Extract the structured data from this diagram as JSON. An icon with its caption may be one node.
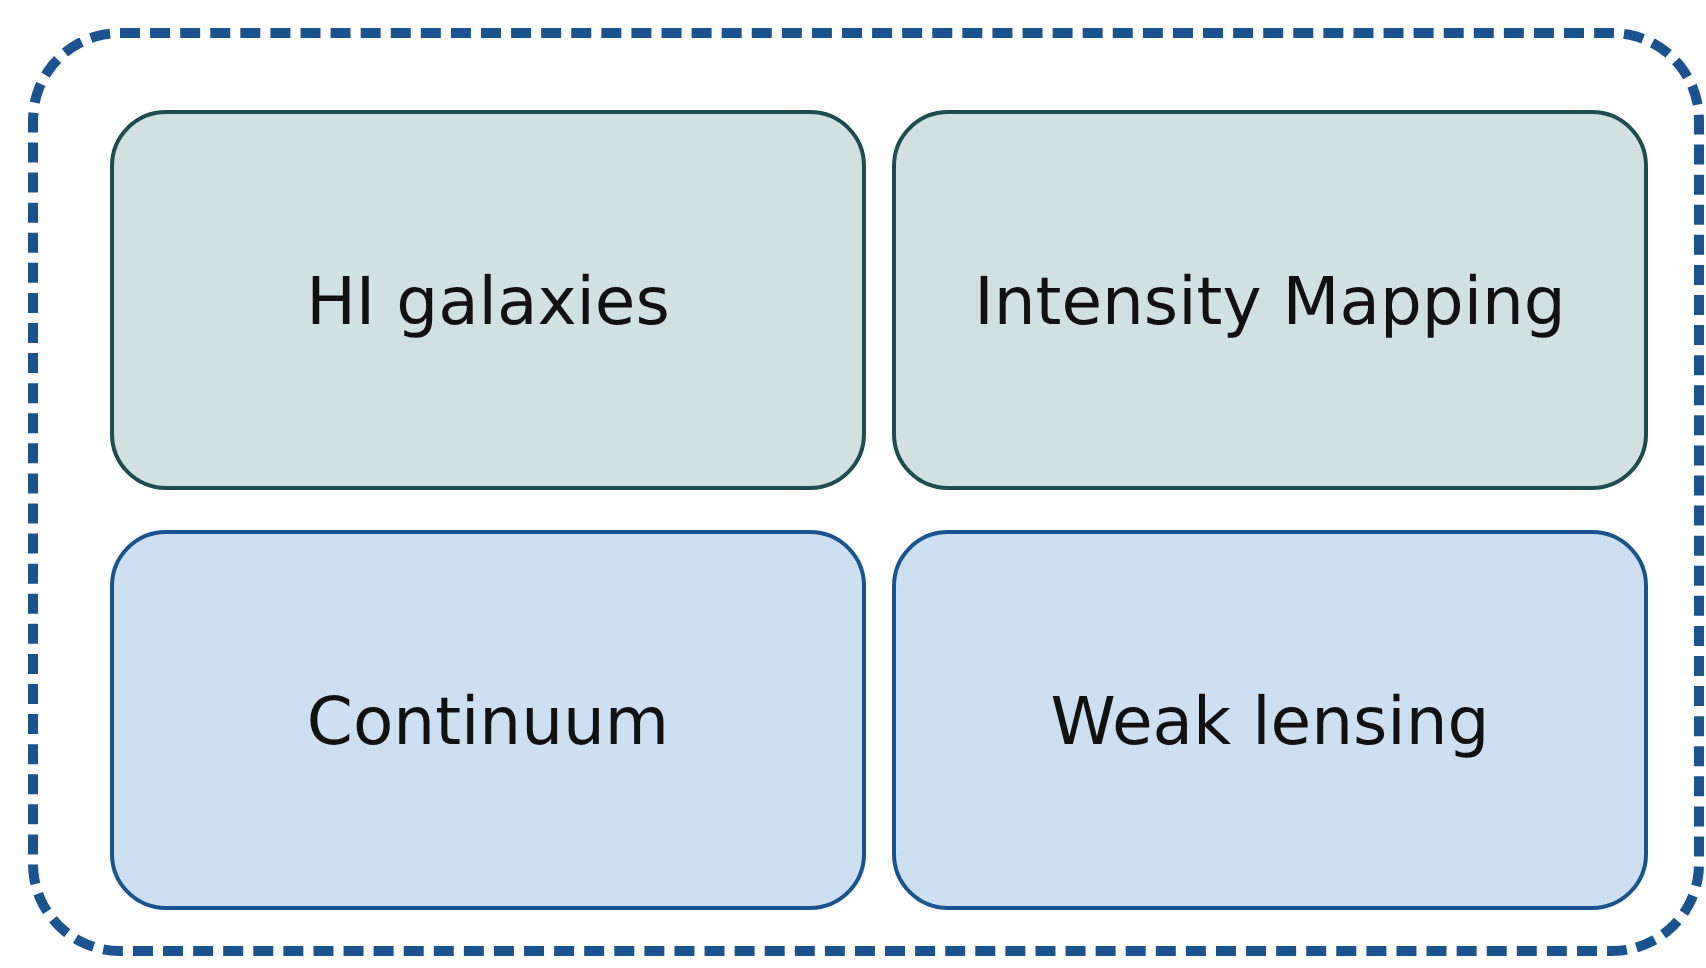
{
  "diagram": {
    "nodes": [
      {
        "text": [],
        "shape": "box"
      },
      {
        "text": [
          "HI galaxies"
        ],
        "in": 0
      },
      {
        "text": [
          "Intensity Mapping"
        ],
        "in": 0
      },
      {
        "text": [
          "Continuum"
        ],
        "in": 0
      },
      {
        "text": [
          "Weak lensing"
        ],
        "in": 0
      }
    ]
  }
}
